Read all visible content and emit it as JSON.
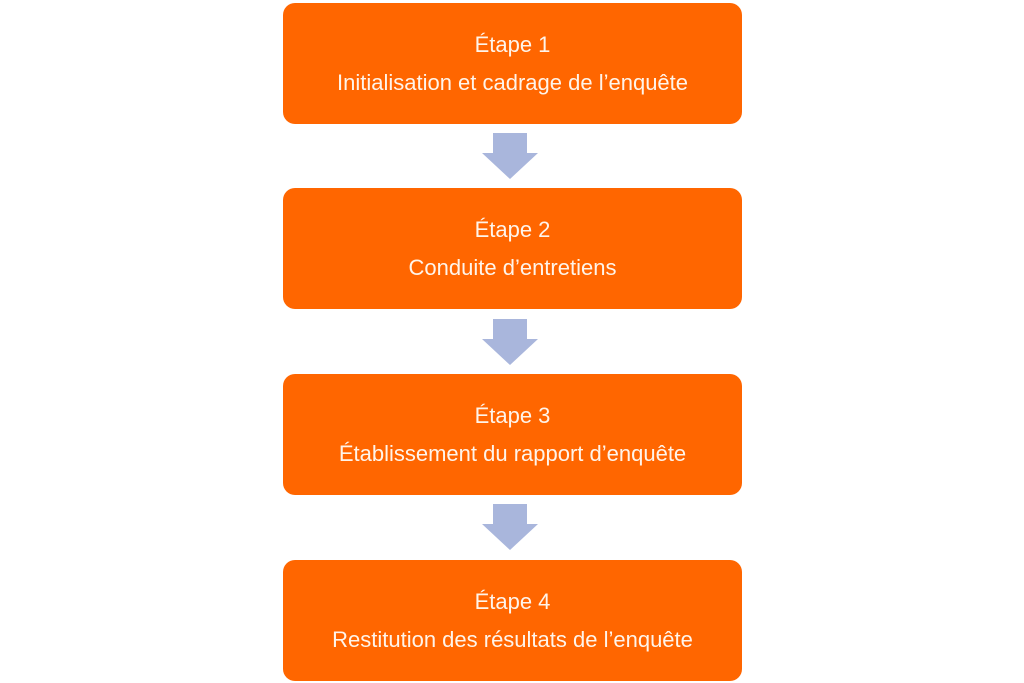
{
  "colors": {
    "box": "#FF6600",
    "arrow": "#A9B6DC",
    "text": "#FFF4EA"
  },
  "steps": [
    {
      "title": "Étape 1",
      "label": "Initialisation et cadrage de l’enquête"
    },
    {
      "title": "Étape 2",
      "label": "Conduite d’entretiens"
    },
    {
      "title": "Étape 3",
      "label": "Établissement du rapport d’enquête"
    },
    {
      "title": "Étape 4",
      "label": "Restitution des résultats de l’enquête"
    }
  ],
  "arrows": [
    {
      "icon": "arrow-down-icon"
    },
    {
      "icon": "arrow-down-icon"
    },
    {
      "icon": "arrow-down-icon"
    }
  ]
}
